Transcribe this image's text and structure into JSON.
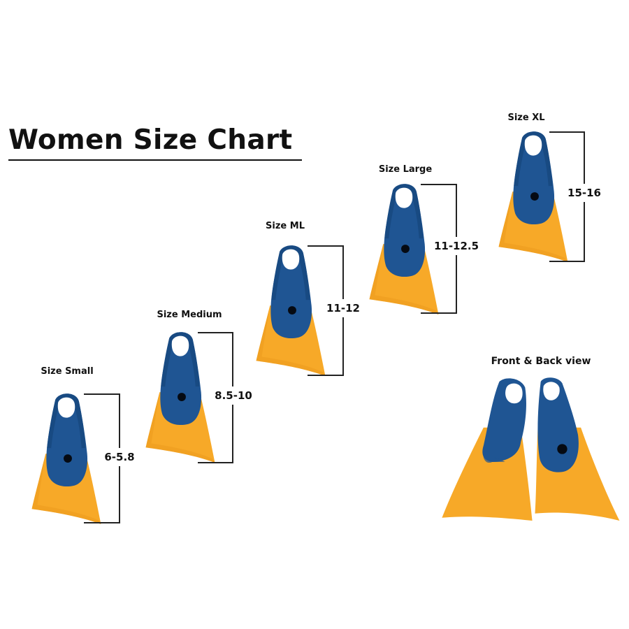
{
  "title": "Women Size Chart",
  "colors": {
    "blade": "#f7a928",
    "foot_pocket": "#1f5593",
    "hole": "#050a12",
    "lines": "#222222"
  },
  "sizes": [
    {
      "label": "Size Small",
      "range": "6-5.8"
    },
    {
      "label": "Size Medium",
      "range": "8.5-10"
    },
    {
      "label": "Size ML",
      "range": "11-12"
    },
    {
      "label": "Size Large",
      "range": "11-12.5"
    },
    {
      "label": "Size XL",
      "range": "15-16"
    }
  ],
  "front_back": {
    "label": "Front & Back view"
  }
}
